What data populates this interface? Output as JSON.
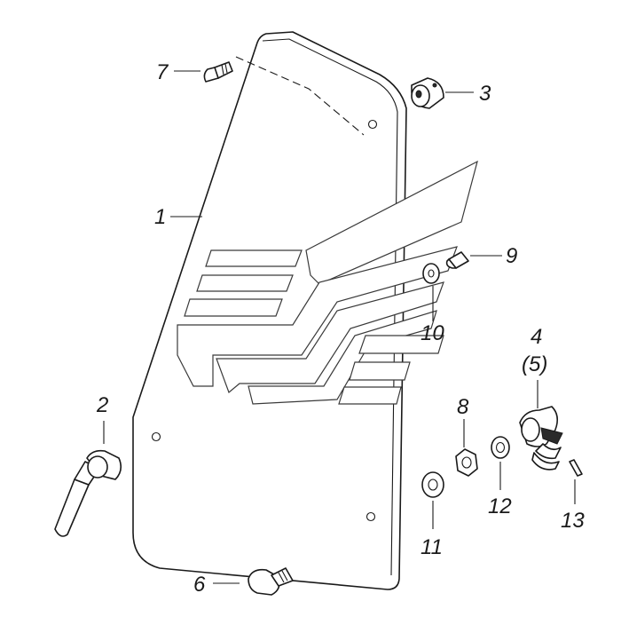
{
  "callouts": [
    {
      "id": "c1",
      "text": "1"
    },
    {
      "id": "c2",
      "text": "2"
    },
    {
      "id": "c3",
      "text": "3"
    },
    {
      "id": "c4",
      "text": "4"
    },
    {
      "id": "c5",
      "text": "(5)"
    },
    {
      "id": "c6",
      "text": "6"
    },
    {
      "id": "c7",
      "text": "7"
    },
    {
      "id": "c8",
      "text": "8"
    },
    {
      "id": "c9",
      "text": "9"
    },
    {
      "id": "c10",
      "text": "10"
    },
    {
      "id": "c11",
      "text": "11"
    },
    {
      "id": "c12",
      "text": "12"
    },
    {
      "id": "c13",
      "text": "13"
    }
  ]
}
